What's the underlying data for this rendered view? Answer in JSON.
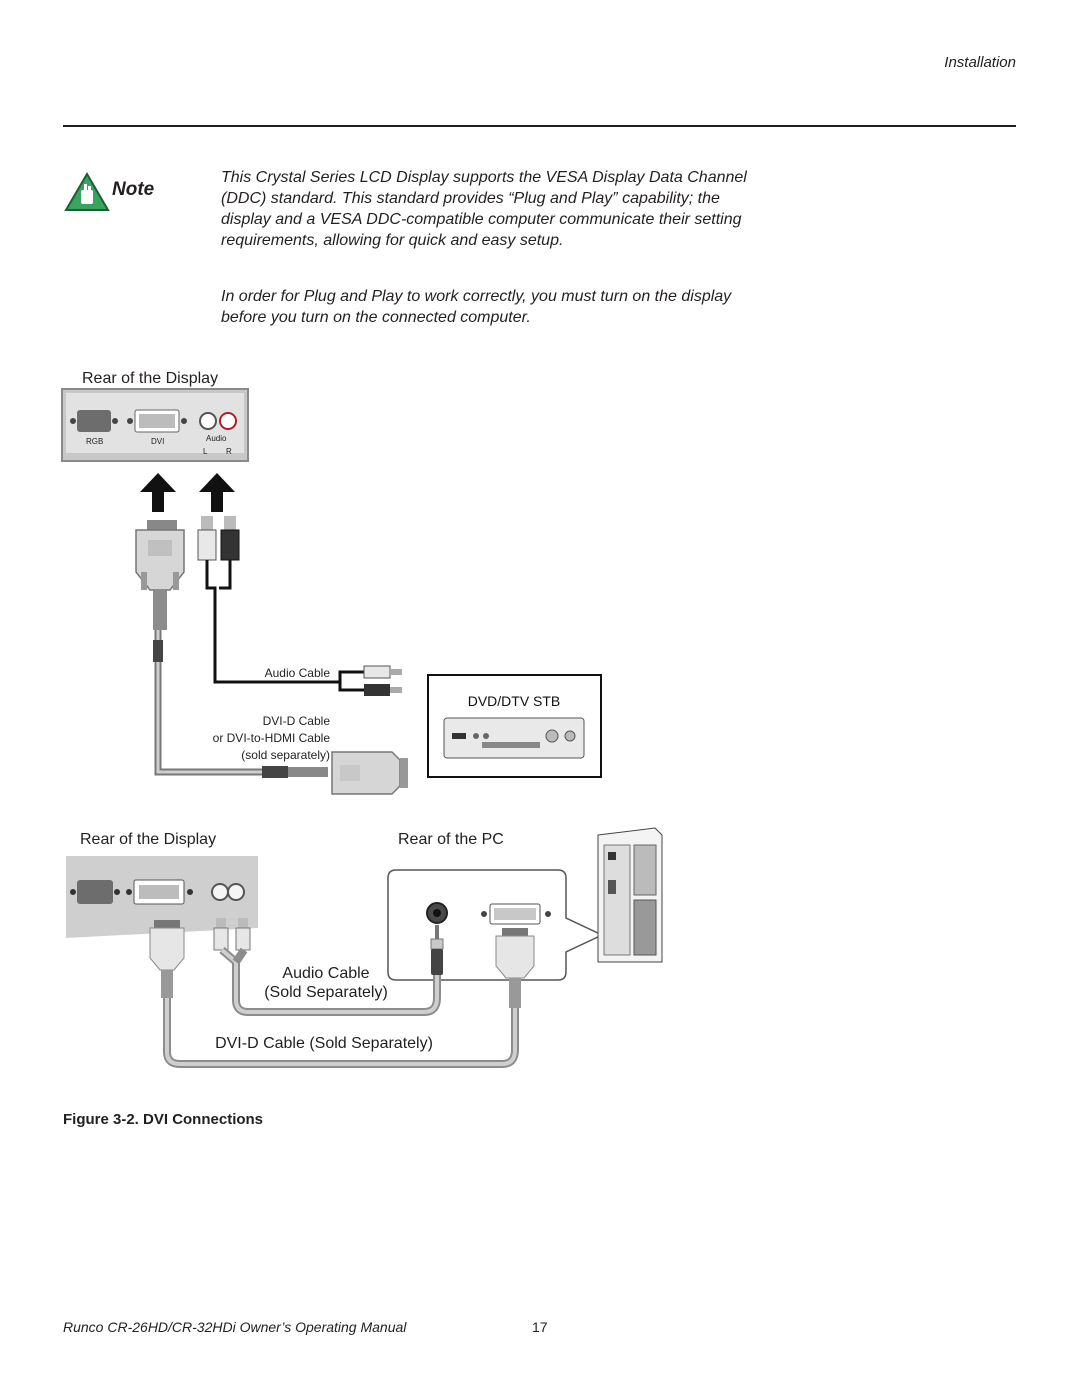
{
  "header": {
    "section": "Installation"
  },
  "note": {
    "label": "Note",
    "paragraphs": [
      "This Crystal Series LCD Display supports the VESA Display Data Channel (DDC) standard. This standard provides “Plug and Play” capability; the display and a VESA DDC-compatible computer communicate their setting requirements, allowing for quick and easy setup.",
      "In order for Plug and Play to work correctly, you must turn on the display before you turn on the connected computer."
    ]
  },
  "diagram_top": {
    "title": "Rear of the Display",
    "port_rgb": "RGB",
    "port_dvi": "DVI",
    "port_audio": "Audio",
    "port_l": "L",
    "port_r": "R",
    "audio_cable": "Audio Cable",
    "dvi_cable_1": "DVI-D Cable",
    "dvi_cable_2": "or DVI-to-HDMI Cable",
    "dvi_cable_3": "(sold separately)",
    "device": "DVD/DTV STB"
  },
  "diagram_bottom": {
    "display_title": "Rear of the Display",
    "pc_title": "Rear of the PC",
    "audio_cable_1": "Audio Cable",
    "audio_cable_2": "(Sold Separately)",
    "dvi_cable": "DVI-D Cable (Sold Separately)"
  },
  "figure": {
    "caption": "Figure 3-2. DVI Connections"
  },
  "footer": {
    "title": "Runco CR-26HD/CR-32HDi Owner’s Operating Manual",
    "page": "17"
  }
}
